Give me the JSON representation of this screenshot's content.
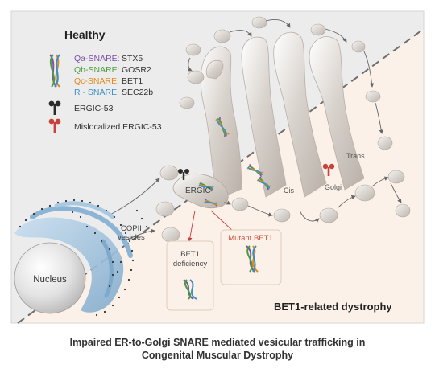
{
  "panel_top_label": "Healthy",
  "panel_bottom_label": "BET1-related dystrophy",
  "legend": [
    {
      "prefix": "Qa-SNARE:",
      "value": "STX5",
      "color": "#7b52a8"
    },
    {
      "prefix": "Qb-SNARE:",
      "value": "GOSR2",
      "color": "#4f9a3e"
    },
    {
      "prefix": "Qc-SNARE:",
      "value": "BET1",
      "color": "#e08a1e"
    },
    {
      "prefix": "R - SNARE:",
      "value": "SEC22b",
      "color": "#3b8fc4"
    },
    {
      "value": "ERGIC-53",
      "color": "#333333"
    },
    {
      "value": "Mislocalized ERGIC-53",
      "color": "#c8413a"
    }
  ],
  "labels": {
    "nucleus": "Nucleus",
    "copii_line1": "COPII",
    "copii_line2": "vesicles",
    "ergic": "ERGIC",
    "cis": "Cis",
    "golgi": "Golgi",
    "trans": "Trans",
    "bet1_def_line1": "BET1",
    "bet1_def_line2": "deficiency",
    "mutant_bet1": "Mutant BET1"
  },
  "caption": {
    "line1": "Impaired ER-to-Golgi SNARE mediated vesicular trafficking in",
    "line2": "Congenital Muscular Dystrophy"
  },
  "colors": {
    "healthy_bg": "#ececec",
    "dystrophy_bg": "#fbf1e8",
    "golgi_fill": "#d2ccc6",
    "er_blue": "#9fc3dd",
    "mutant_text": "#d2503a",
    "divider": "#6e6e6e"
  }
}
